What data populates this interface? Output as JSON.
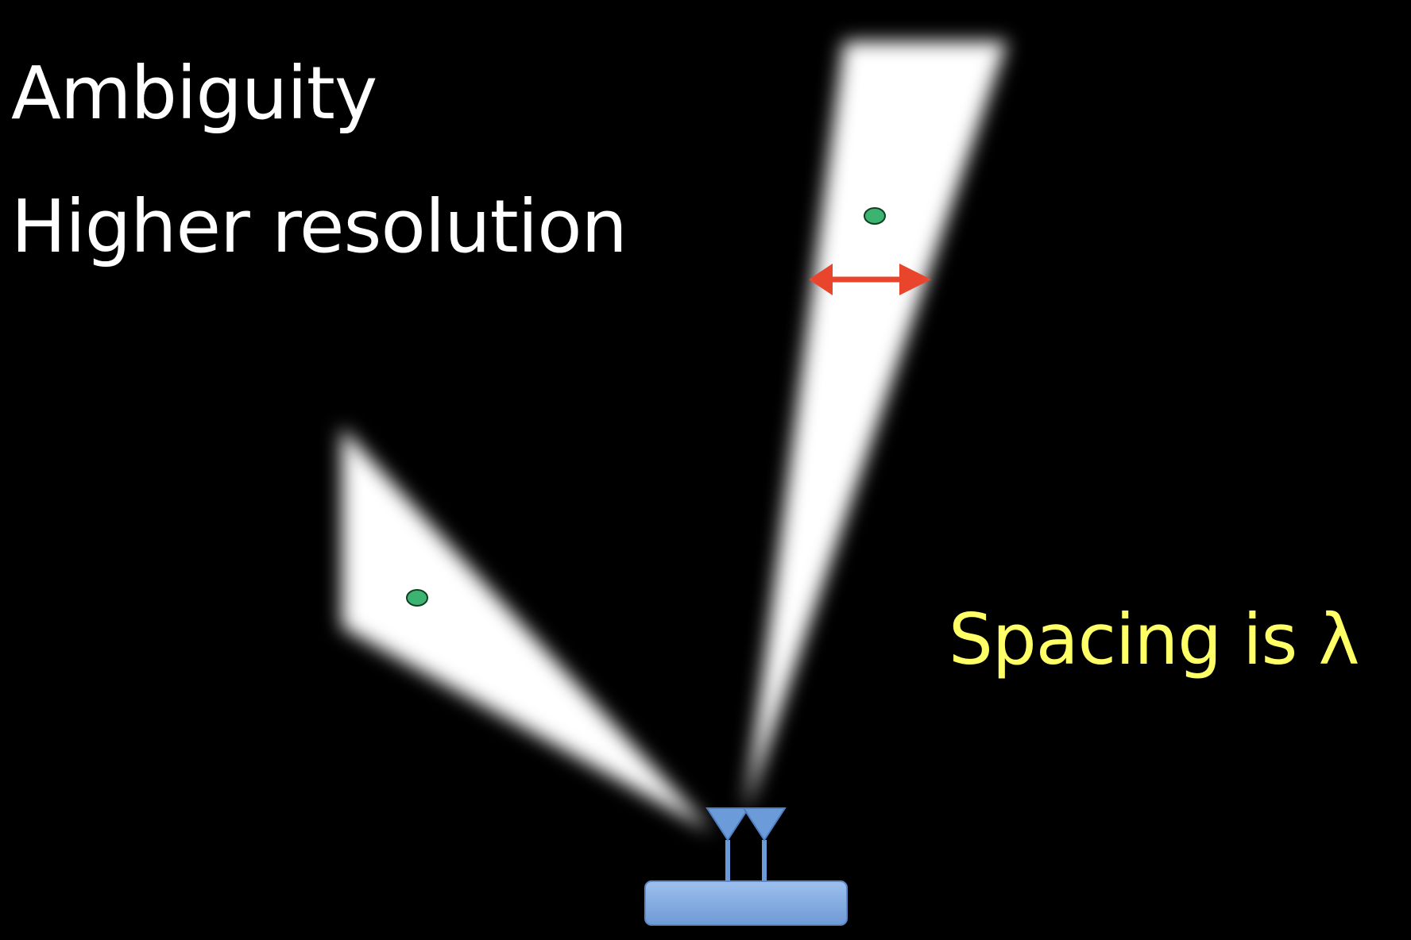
{
  "slide": {
    "lines": [
      "Ambiguity",
      "Higher resolution"
    ],
    "note": "Spacing is λ"
  },
  "colors": {
    "background": "#000000",
    "text": "#ffffff",
    "note_text": "#ffff66",
    "beam": "#ffffff",
    "target_dot": "#3cb371",
    "arrow": "#e8452c",
    "antenna": "#6b9bd8",
    "base": "#7aa9e6"
  },
  "icons": {
    "target": "target-dot-icon",
    "antenna": "antenna-icon",
    "arrow": "double-arrow-icon"
  }
}
